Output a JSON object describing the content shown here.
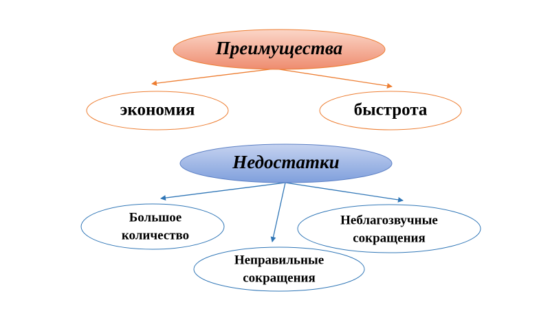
{
  "advantages": {
    "title": "Преимущества",
    "items": [
      "экономия",
      "быстрота"
    ]
  },
  "disadvantages": {
    "title": "Недостатки",
    "items": [
      [
        "Большое",
        "количество"
      ],
      [
        "Неправильные",
        "сокращения"
      ],
      [
        "Неблагозвучные",
        "сокращения"
      ]
    ]
  },
  "colors": {
    "advantages_fill_top": "#fbd6c8",
    "advantages_fill_bottom": "#ee8c6f",
    "advantages_stroke": "#ed7d31",
    "disadvantages_fill_top": "#c6d3f0",
    "disadvantages_fill_bottom": "#7f9fdc",
    "disadvantages_stroke": "#2e75b6",
    "orange_arrow": "#ed7d31",
    "blue_arrow": "#2e75b6"
  }
}
